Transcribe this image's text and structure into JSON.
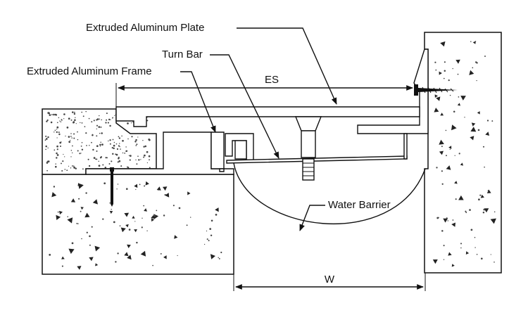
{
  "figure": {
    "labels": {
      "plate": "Extruded Aluminum Plate",
      "turn_bar": "Turn Bar",
      "frame": "Extruded Aluminum Frame",
      "water_barrier": "Water Barrier"
    },
    "dimensions": {
      "es": "ES",
      "w": "W"
    }
  }
}
